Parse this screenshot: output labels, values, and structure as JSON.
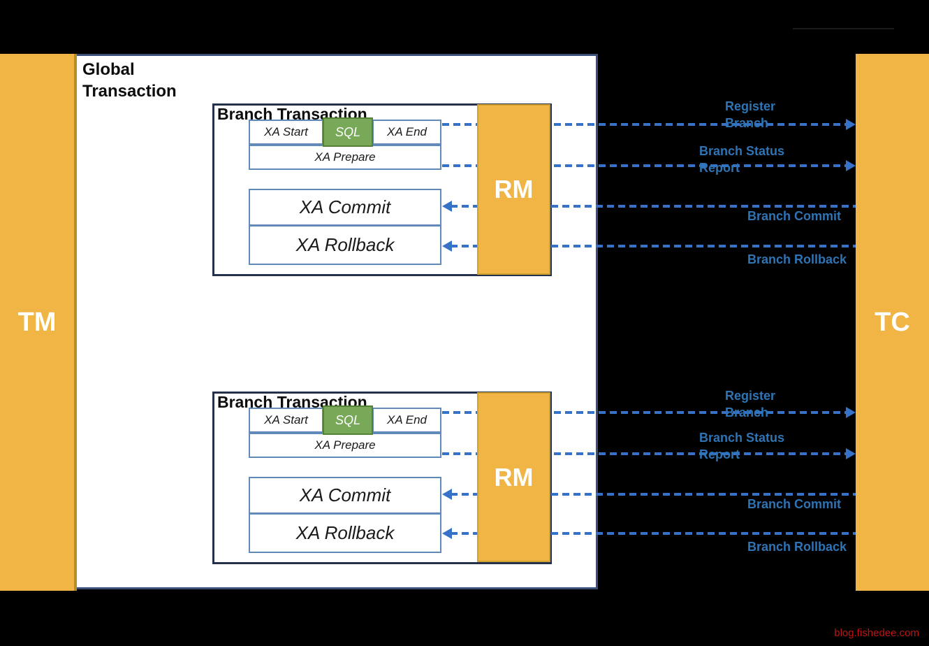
{
  "colors": {
    "background": "#000000",
    "bar_orange": "#F0B545",
    "bar_border": "#BC8B25",
    "arrow_blue": "#3672C8",
    "label_blue": "#2E74B5",
    "sql_green": "#77A958",
    "sql_green_border": "#538234",
    "inner_box_border": "#6189BA",
    "branch_box_border": "#25304A",
    "global_box_border": "#3A4F7A",
    "watermark_red": "#BE1414"
  },
  "actors": {
    "tm": "TM",
    "tc": "TC",
    "rm": "RM"
  },
  "global_box": {
    "title": "Global\nTransaction"
  },
  "branches": [
    {
      "title": "Branch Transaction",
      "xa_start": "XA Start",
      "sql": "SQL",
      "xa_end": "XA End",
      "xa_prepare": "XA Prepare",
      "xa_commit": "XA Commit",
      "xa_rollback": "XA Rollback"
    },
    {
      "title": "Branch Transaction",
      "xa_start": "XA Start",
      "sql": "SQL",
      "xa_end": "XA End",
      "xa_prepare": "XA Prepare",
      "xa_commit": "XA Commit",
      "xa_rollback": "XA Rollback"
    }
  ],
  "messages": {
    "register": "Register\nBranch",
    "status": "Branch Status\nReport",
    "commit": "Branch Commit",
    "rollback": "Branch Rollback"
  },
  "footer": {
    "site": "blog.fishedee.com"
  }
}
